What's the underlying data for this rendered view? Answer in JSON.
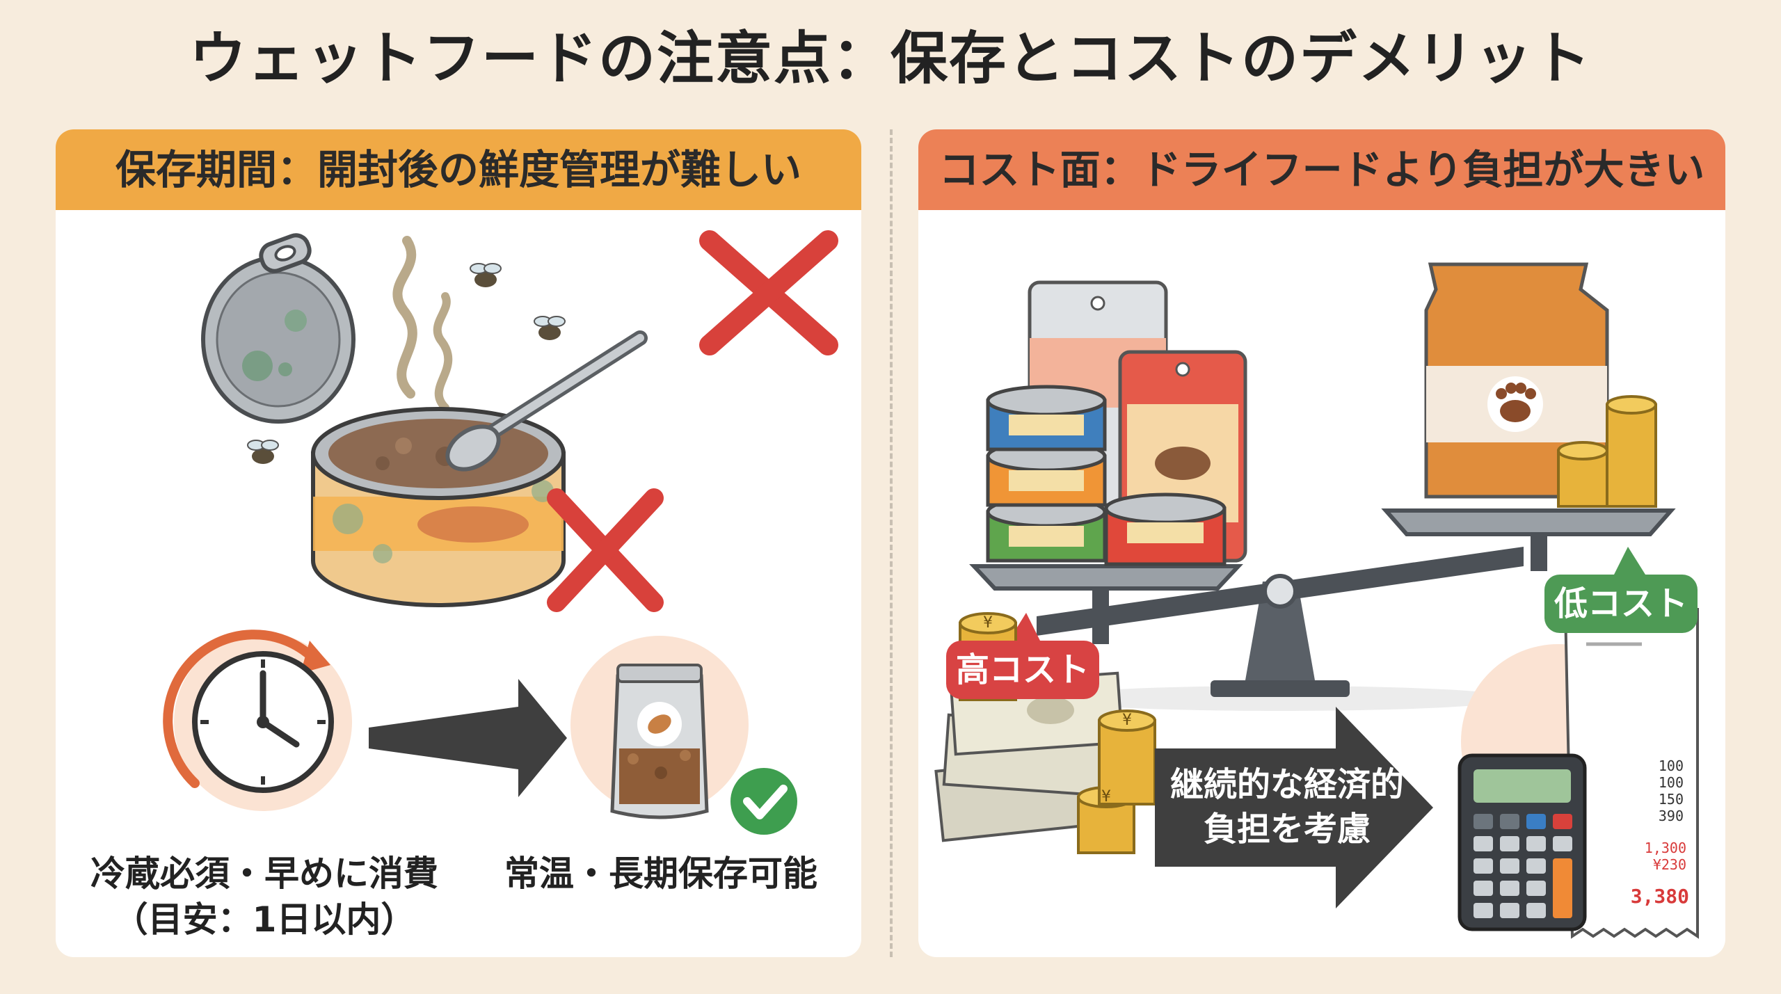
{
  "title": "ウェットフードの注意点：保存とコストのデメリット",
  "left_panel": {
    "header": "保存期間：開封後の鮮度管理が難しい",
    "caption_fridge_line1": "冷蔵必須・早めに消費",
    "caption_fridge_line2": "（目安：1日以内）",
    "caption_dry": "常温・長期保存可能"
  },
  "right_panel": {
    "header": "コスト面：ドライフードより負担が大きい",
    "high_cost_tag": "高コスト",
    "low_cost_tag": "低コスト",
    "arrow_line1": "継続的な経済的",
    "arrow_line2": "負担を考慮",
    "yen_symbol": "¥",
    "receipt_lines": [
      "100",
      "100",
      "150",
      "390"
    ],
    "receipt_red_1": "1,300",
    "receipt_red_2": "¥230",
    "receipt_total": "3,380"
  },
  "colors": {
    "background": "#f7ecdd",
    "left_header": "#f0a945",
    "right_header": "#ec8156",
    "cross_red": "#d8413b",
    "check_green": "#3e9e4f",
    "tag_high": "#d84343",
    "tag_low": "#4e9a55"
  }
}
